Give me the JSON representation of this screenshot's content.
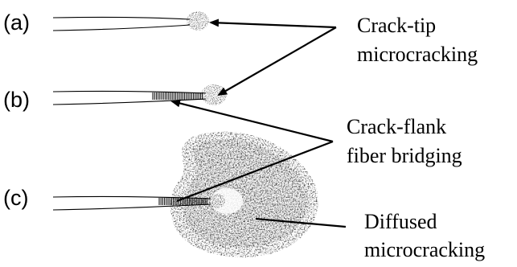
{
  "panels": [
    {
      "label": "(a)"
    },
    {
      "label": "(b)"
    },
    {
      "label": "(c)"
    }
  ],
  "callouts": {
    "crack_tip": {
      "line1": "Crack-tip",
      "line2": "microcracking"
    },
    "crack_flank": {
      "line1": "Crack-flank",
      "line2": "fiber bridging"
    },
    "diffused": {
      "line1": "Diffused",
      "line2": "microcracking"
    }
  }
}
